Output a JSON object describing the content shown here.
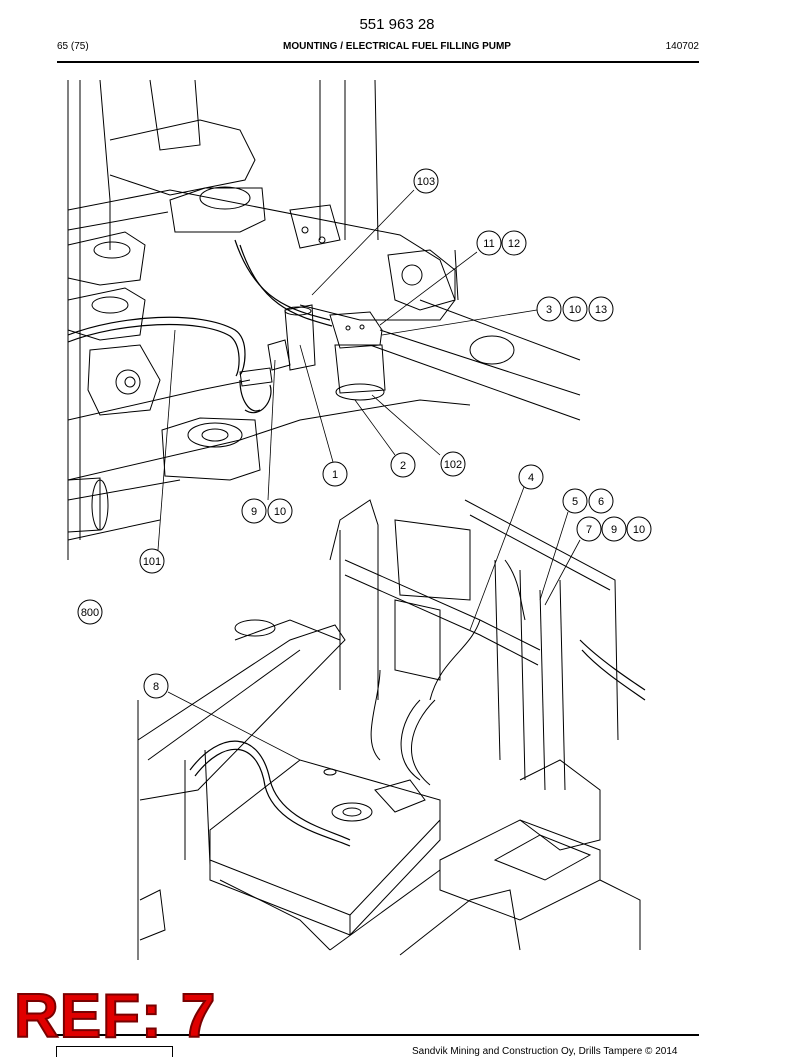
{
  "header": {
    "doc_number": "551 963 28",
    "page": "65 (75)",
    "title": "MOUNTING / ELECTRICAL FUEL FILLING PUMP",
    "code": "140702"
  },
  "callouts": [
    "103",
    "11",
    "12",
    "3",
    "10",
    "13",
    "1",
    "2",
    "102",
    "4",
    "5",
    "6",
    "7",
    "9",
    "10",
    "9",
    "10",
    "101",
    "800",
    "8"
  ],
  "stamp": "REF: 7",
  "footer": {
    "copyright": "Sandvik Mining and Construction Oy, Drills Tampere © 2014"
  }
}
